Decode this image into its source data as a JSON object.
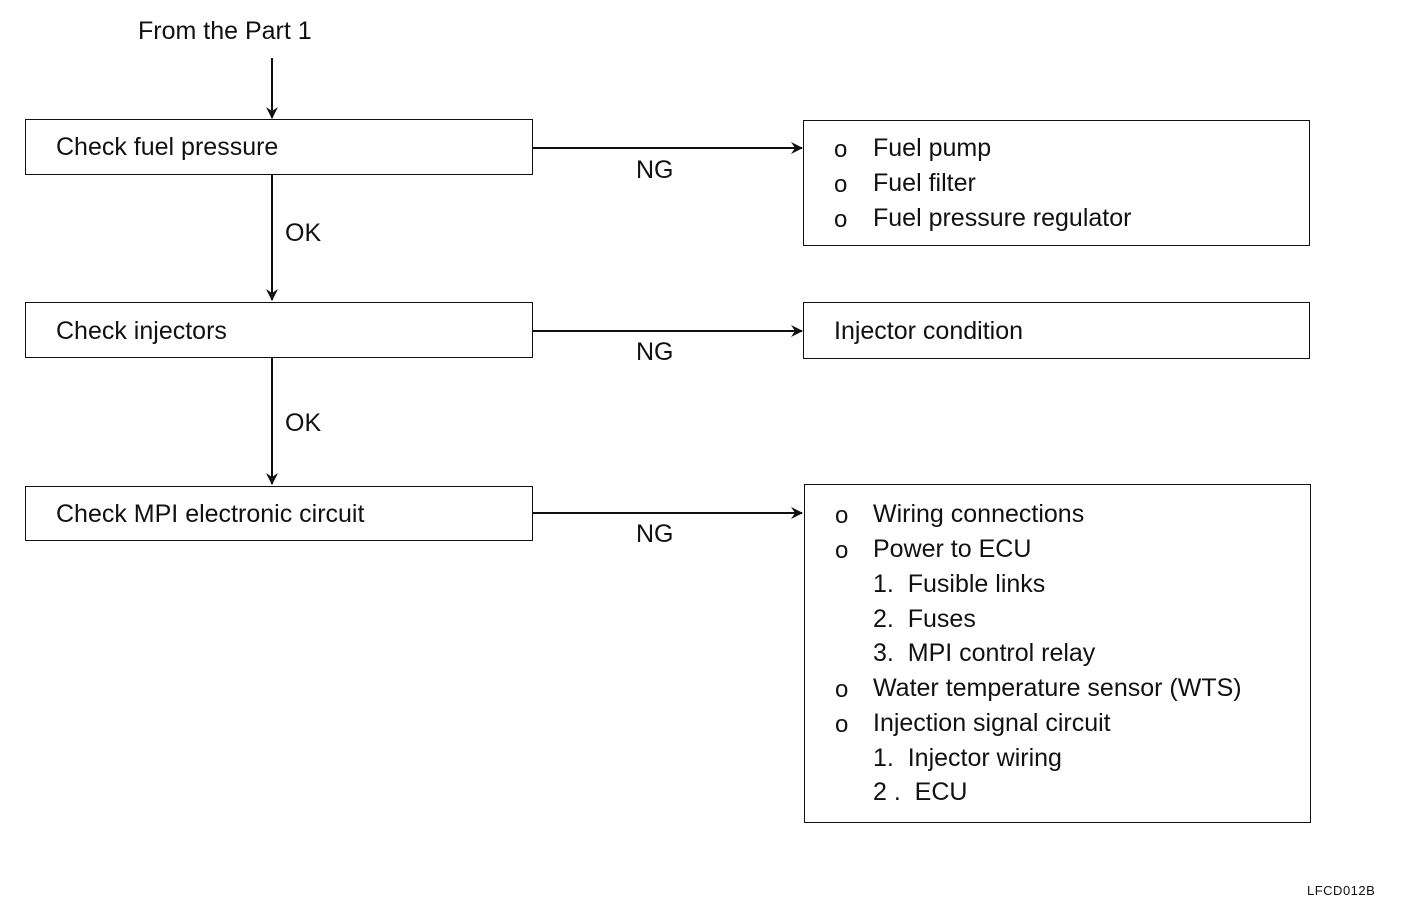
{
  "start_label": "From the Part 1",
  "steps": [
    {
      "label": "Check fuel pressure"
    },
    {
      "label": "Check injectors"
    },
    {
      "label": "Check MPI electronic circuit"
    }
  ],
  "flow_labels": {
    "ok": "OK",
    "ng": "NG"
  },
  "results": [
    {
      "items": [
        {
          "marker": "o",
          "text": "Fuel pump"
        },
        {
          "marker": "o",
          "text": "Fuel filter"
        },
        {
          "marker": "o",
          "text": "Fuel pressure regulator"
        }
      ]
    },
    {
      "items": [
        {
          "marker": "",
          "text": "Injector condition"
        }
      ]
    },
    {
      "items": [
        {
          "marker": "o",
          "text": "Wiring connections"
        },
        {
          "marker": "o",
          "text": "Power to ECU"
        },
        {
          "marker": "",
          "text": "1.  Fusible links"
        },
        {
          "marker": "",
          "text": "2.  Fuses"
        },
        {
          "marker": "",
          "text": "3.  MPI control relay"
        },
        {
          "marker": "o",
          "text": "Water temperature sensor (WTS)"
        },
        {
          "marker": "o",
          "text": "Injection signal circuit"
        },
        {
          "marker": "",
          "text": "1.  Injector wiring"
        },
        {
          "marker": "",
          "text": "2 .  ECU"
        }
      ]
    }
  ],
  "figure_code": "LFCD012B"
}
